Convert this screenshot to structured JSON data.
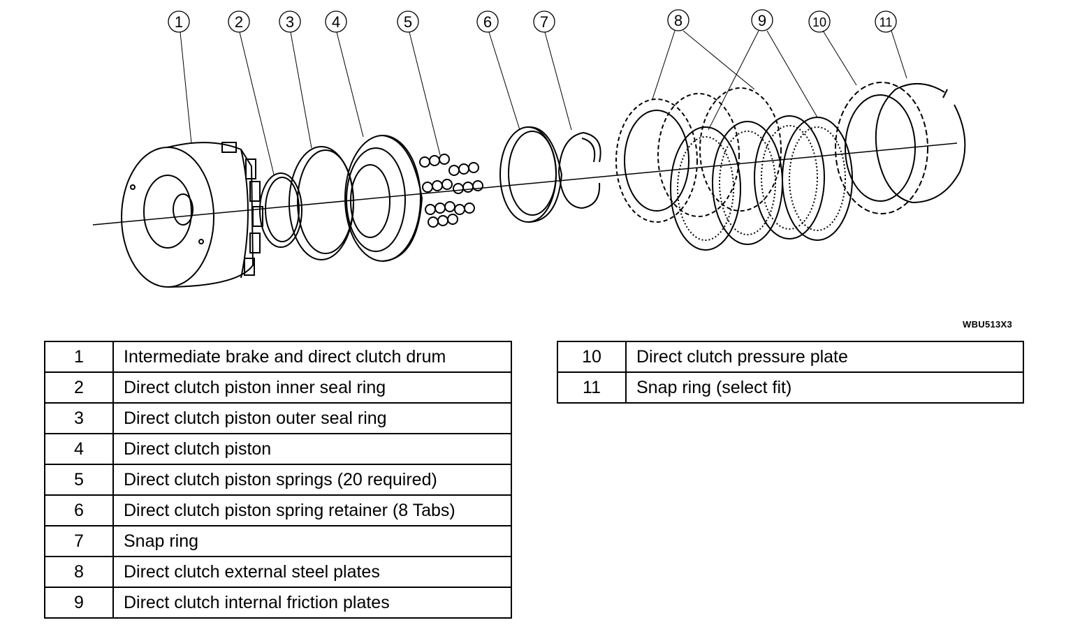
{
  "figure_code": "WBU513X3",
  "callouts": [
    "1",
    "2",
    "3",
    "4",
    "5",
    "6",
    "7",
    "8",
    "9",
    "10",
    "11"
  ],
  "legend_left": [
    {
      "num": "1",
      "desc": "Intermediate brake and direct clutch drum"
    },
    {
      "num": "2",
      "desc": "Direct clutch piston inner seal ring"
    },
    {
      "num": "3",
      "desc": "Direct clutch piston outer seal ring"
    },
    {
      "num": "4",
      "desc": "Direct clutch piston"
    },
    {
      "num": "5",
      "desc": "Direct clutch piston springs (20 required)"
    },
    {
      "num": "6",
      "desc": "Direct clutch piston spring retainer (8 Tabs)"
    },
    {
      "num": "7",
      "desc": "Snap ring"
    },
    {
      "num": "8",
      "desc": "Direct clutch external steel plates"
    },
    {
      "num": "9",
      "desc": "Direct clutch internal friction plates"
    }
  ],
  "legend_right": [
    {
      "num": "10",
      "desc": "Direct clutch pressure plate"
    },
    {
      "num": "11",
      "desc": "Snap ring (select fit)"
    }
  ]
}
